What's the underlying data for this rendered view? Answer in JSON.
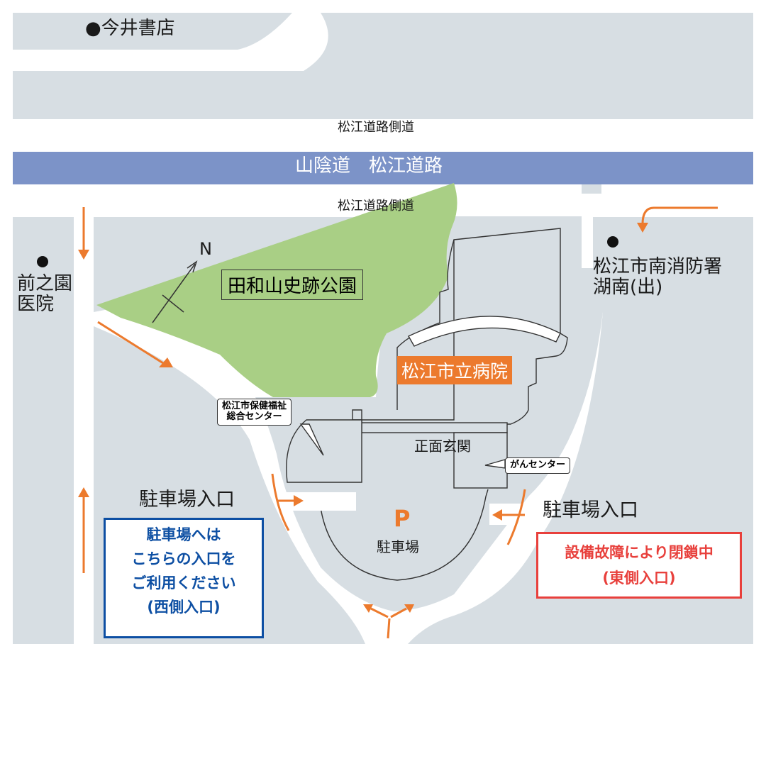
{
  "colors": {
    "road": "#ffffff",
    "block": "#d7dee3",
    "expressway": "#7c93c8",
    "park": "#a9cf85",
    "arrow": "#ec7a2d",
    "hospital_bg": "#ec7a2d",
    "west_border": "#0d4fa3",
    "east_border": "#e8403c"
  },
  "landmarks": {
    "bookstore": "●今井書店",
    "clinic_line1": "前之園",
    "clinic_line2": "医院",
    "fire_line1": "松江市南消防署",
    "fire_line2": "湖南(出)"
  },
  "roads": {
    "side_road_top": "松江道路側道",
    "expressway": "山陰道　松江道路",
    "side_road_bottom": "松江道路側道"
  },
  "compass": "N",
  "park": "田和山史跡公園",
  "hospital": "松江市立病院",
  "health_center_line1": "松江市保健福祉",
  "health_center_line2": "総合センター",
  "main_entrance": "正面玄関",
  "cancer_center": "がんセンター",
  "parking_entrance_west": "駐車場入口",
  "parking_entrance_east": "駐車場入口",
  "parking_symbol": "P",
  "parking": "駐車場",
  "west_notice": [
    "駐車場へは",
    "こちらの入口を",
    "ご利用ください",
    "(西側入口)"
  ],
  "east_notice": [
    "設備故障により閉鎖中",
    "(東側入口)"
  ]
}
